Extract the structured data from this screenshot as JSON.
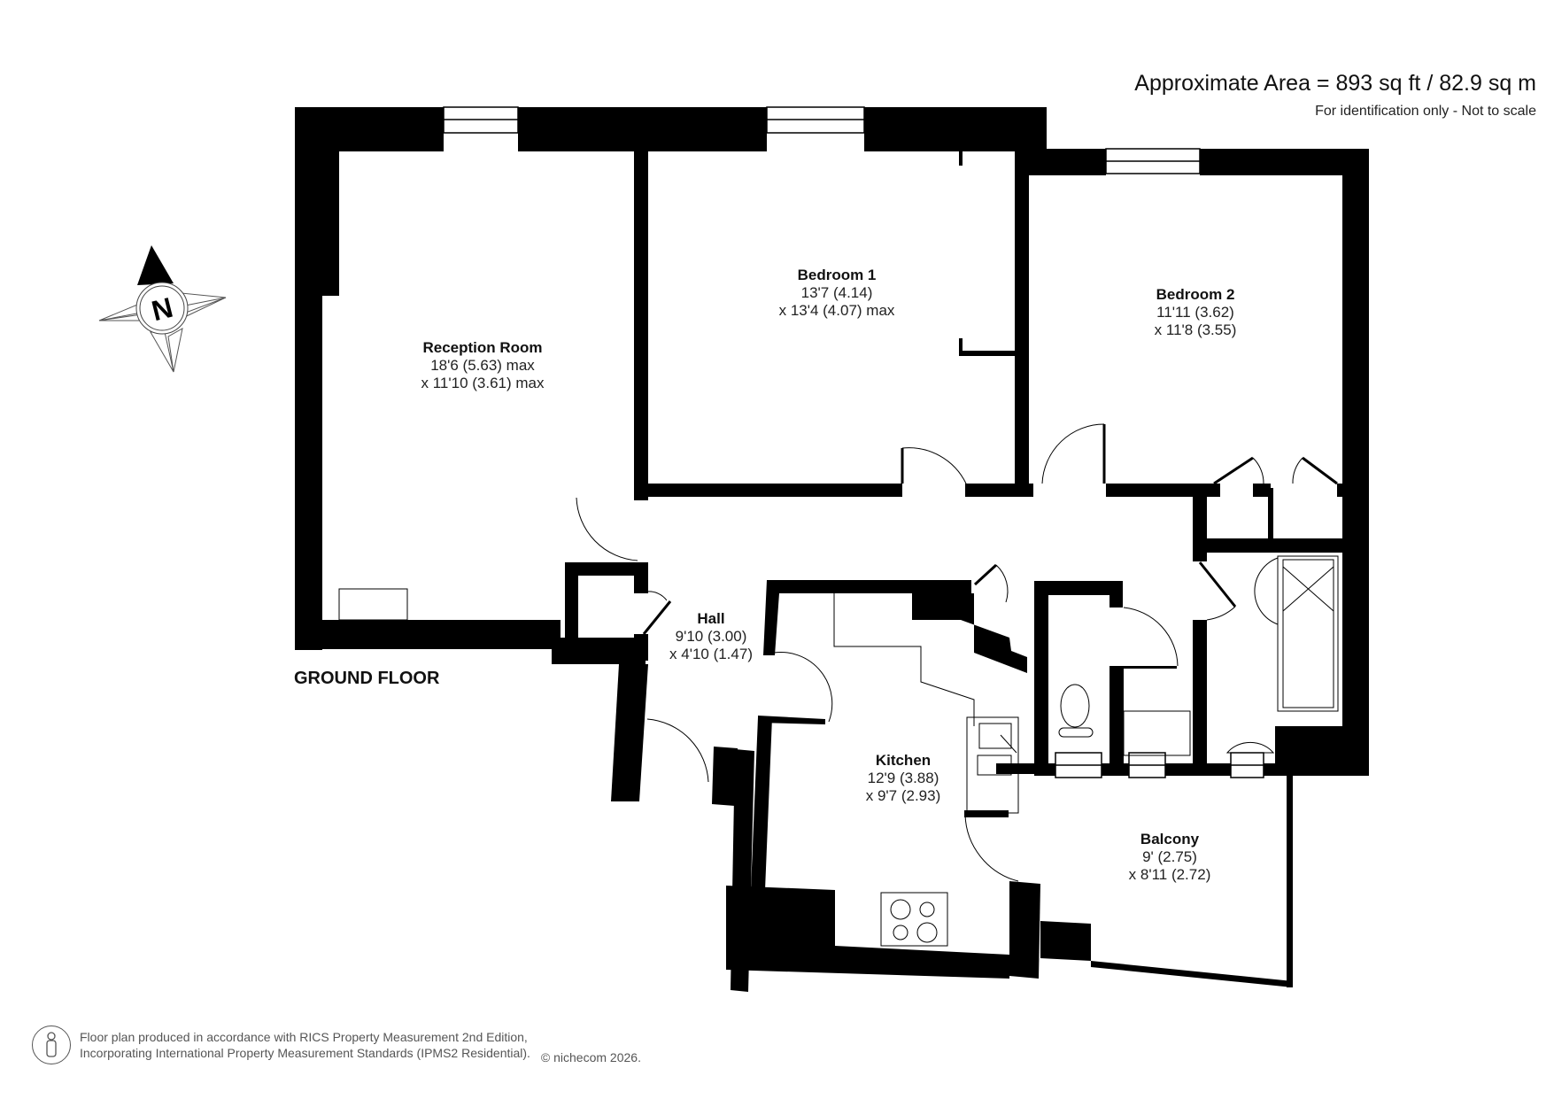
{
  "header": {
    "area_title": "Approximate Area = 893 sq ft / 82.9 sq m",
    "area_note": "For identification only - Not to scale"
  },
  "compass": {
    "label": "N",
    "icon": "north-arrow-compass"
  },
  "floor": {
    "label": "GROUND FLOOR"
  },
  "rooms": [
    {
      "id": "reception",
      "name": "Reception Room",
      "dim1": "18'6 (5.63) max",
      "dim2": "x 11'10 (3.61) max"
    },
    {
      "id": "bedroom1",
      "name": "Bedroom 1",
      "dim1": "13'7 (4.14)",
      "dim2": "x 13'4 (4.07) max"
    },
    {
      "id": "bedroom2",
      "name": "Bedroom 2",
      "dim1": "11'11 (3.62)",
      "dim2": "x 11'8 (3.55)"
    },
    {
      "id": "hall",
      "name": "Hall",
      "dim1": "9'10 (3.00)",
      "dim2": "x 4'10 (1.47)"
    },
    {
      "id": "kitchen",
      "name": "Kitchen",
      "dim1": "12'9 (3.88)",
      "dim2": "x 9'7 (2.93)"
    },
    {
      "id": "balcony",
      "name": "Balcony",
      "dim1": "9' (2.75)",
      "dim2": "x 8'11 (2.72)"
    }
  ],
  "footer": {
    "line1": "Floor plan produced in accordance with RICS Property Measurement 2nd Edition,",
    "line2": "Incorporating International Property Measurement Standards (IPMS2 Residential).",
    "copyright": "© nichecom 2026.",
    "icon": "person-in-circle"
  },
  "colors": {
    "wall": "#000000",
    "background": "#ffffff",
    "text": "#111111",
    "footer_text": "#555555"
  }
}
